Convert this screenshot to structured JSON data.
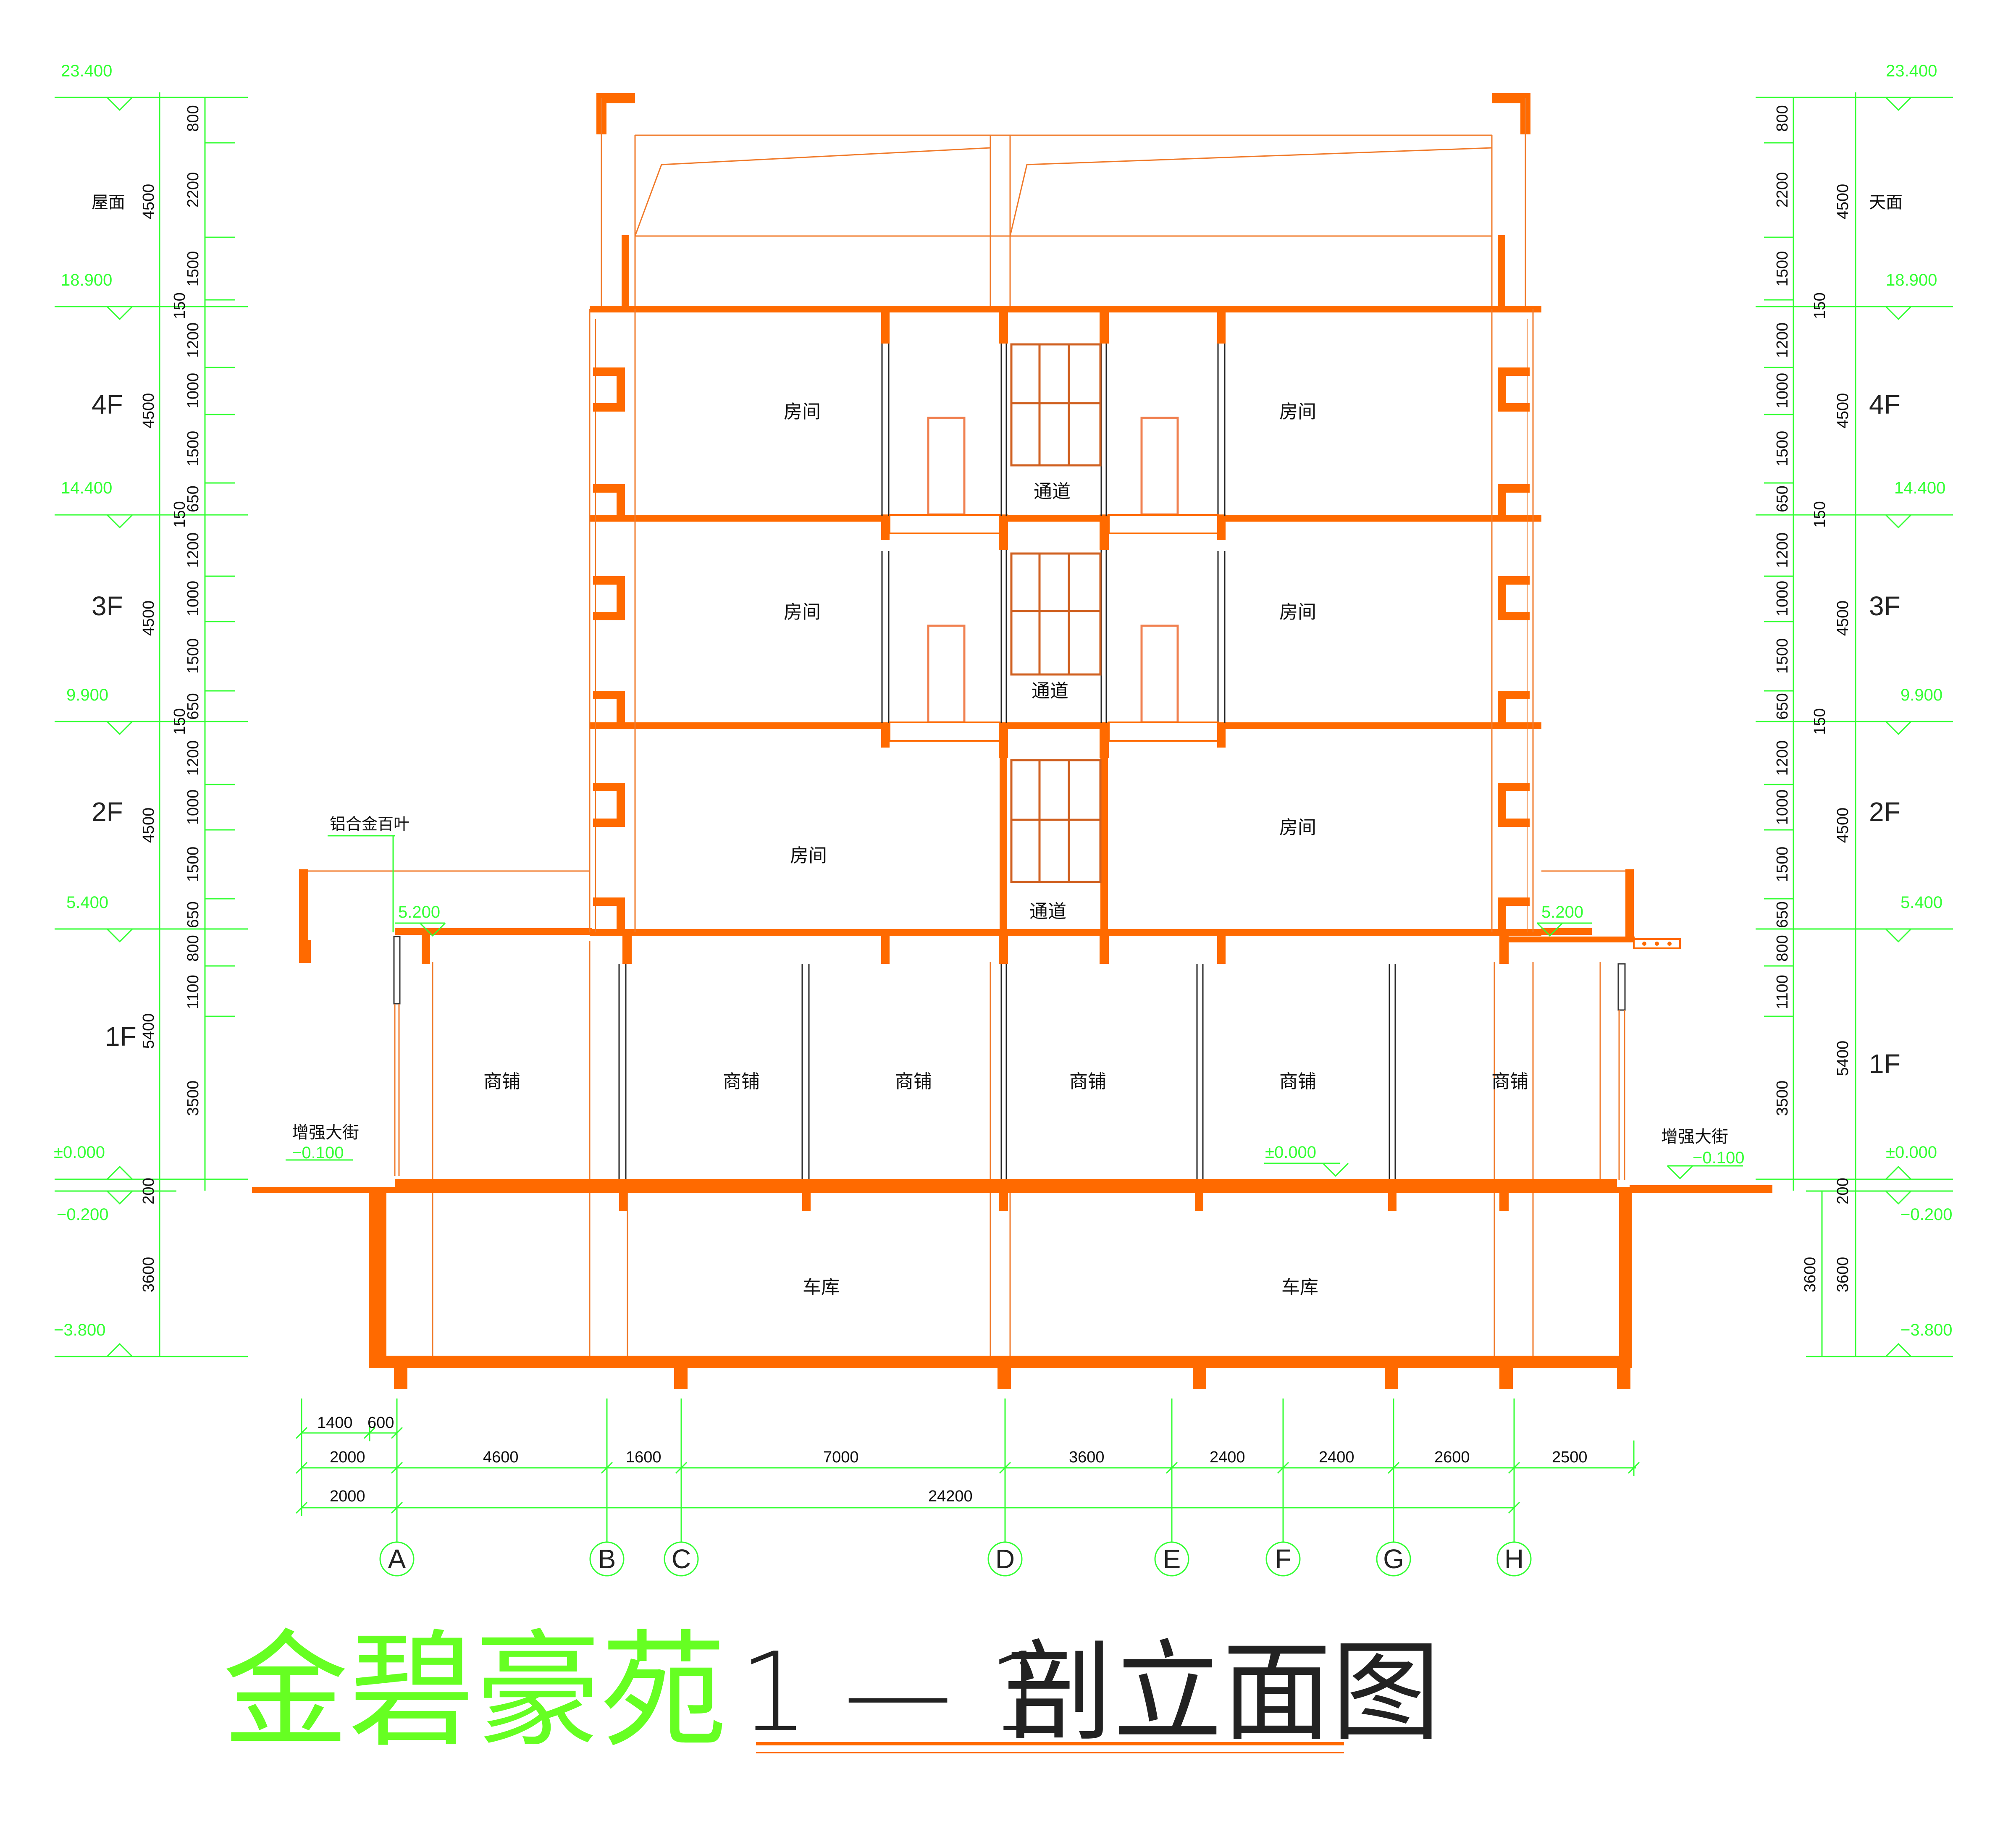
{
  "title": {
    "project": "金碧豪苑",
    "section": "1 — 1",
    "drawing": "剖立面图"
  },
  "levels": [
    "23.400",
    "18.900",
    "14.400",
    "9.900",
    "5.400",
    "±0.000",
    "−0.200",
    "−3.800"
  ],
  "floors": {
    "roof_left": "屋面",
    "roof_right": "天面",
    "f4": "4F",
    "f3": "3F",
    "f2": "2F",
    "f1": "1F"
  },
  "rooms": {
    "room": "房间",
    "corridor": "通道",
    "shop": "商铺",
    "garage": "车库"
  },
  "annotations": {
    "louver": "铝合金百叶",
    "street": "增强大街",
    "lvl_5200": "5.200",
    "lvl_m0100": "−0.100",
    "lvl_0000": "±0.000"
  },
  "vertical_dims": {
    "outer": [
      "4500",
      "4500",
      "4500",
      "4500",
      "5400",
      "200",
      "3600"
    ],
    "inner": [
      "800",
      "2200",
      "1500",
      "150",
      "1200",
      "1000",
      "1500",
      "650",
      "150",
      "1200",
      "1000",
      "1500",
      "650",
      "150",
      "1200",
      "1000",
      "1500",
      "650",
      "800",
      "1100",
      "3500"
    ],
    "right_extra": "3600"
  },
  "horizontal_dims": {
    "row1": [
      "1400",
      "600"
    ],
    "row2": [
      "2000",
      "4600",
      "1600",
      "7000",
      "3600",
      "2400",
      "2400",
      "2600",
      "2500"
    ],
    "row3": [
      "2000",
      "24200"
    ]
  },
  "axes": [
    "A",
    "B",
    "C",
    "D",
    "E",
    "F",
    "G",
    "H"
  ],
  "colors": {
    "wall": "#ff6a00",
    "thin": "#f07a2a",
    "dimension": "#33ff33",
    "title": "#66ff22",
    "text": "#111111"
  }
}
